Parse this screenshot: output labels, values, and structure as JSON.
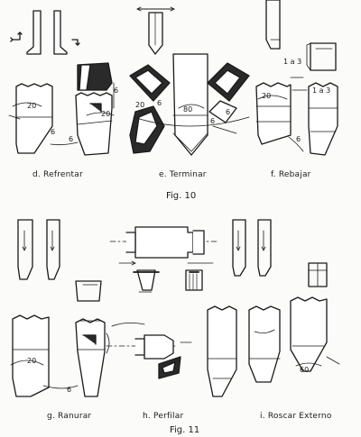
{
  "figure_top": {
    "label": "Fig. 10",
    "captions": [
      "d. Refrentar",
      "e. Terminar",
      "f. Rebajar"
    ],
    "angles": {
      "d_top": "20",
      "d_side": "6",
      "d_mid": "20",
      "d_bot1": "6",
      "d_bot2": "6",
      "e_left": "20",
      "e_left2": "6",
      "e_center": "80",
      "e_right": "6",
      "e_right2": "6",
      "f_range1": "1 a 3",
      "f_range2": "1 a 3",
      "f_top": "20",
      "f_bot": "6"
    }
  },
  "figure_bottom": {
    "label": "Fig. 11",
    "captions": [
      "g. Ranurar",
      "h. Perfilar",
      "i. Roscar Externo"
    ],
    "angles": {
      "g_top": "20",
      "g_bot": "6",
      "i_tip": "60"
    }
  }
}
